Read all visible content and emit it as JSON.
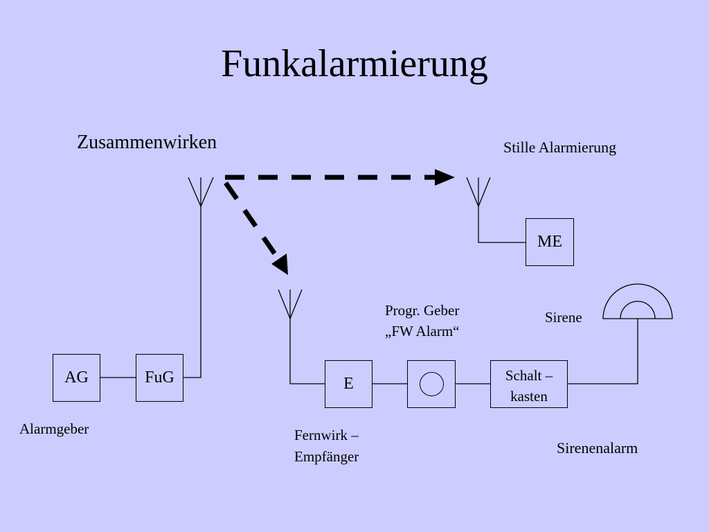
{
  "title": "Funkalarmierung",
  "labels": {
    "zusammenwirken": "Zusammenwirken",
    "stille": "Stille Alarmierung",
    "progr_line1": "Progr. Geber",
    "progr_line2": "„FW Alarm“",
    "sirene": "Sirene",
    "alarmgeber": "Alarmgeber",
    "fernwirk_line1": "Fernwirk –",
    "fernwirk_line2": "Empfänger",
    "sirenenalarm": "Sirenenalarm"
  },
  "boxes": {
    "ag": "AG",
    "fug": "FuG",
    "me": "ME",
    "e": "E",
    "schalt_line1": "Schalt –",
    "schalt_line2": "kasten"
  },
  "colors": {
    "background": "#ccccff",
    "line": "#000000"
  },
  "icons": [
    "antenna-icon",
    "siren-icon",
    "circle-icon",
    "dashed-arrow"
  ]
}
